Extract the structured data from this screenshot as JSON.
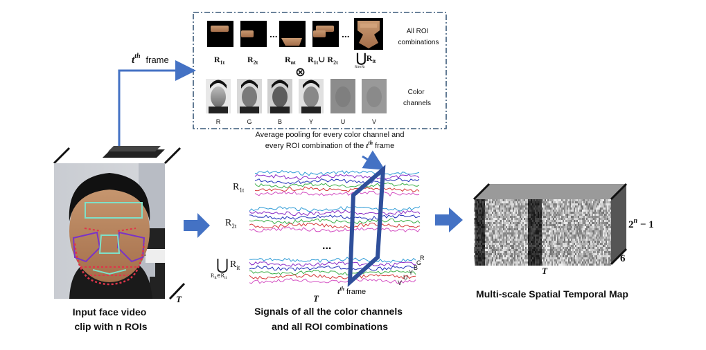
{
  "top_panel": {
    "roi_labels": [
      "R",
      "R",
      "R",
      "R",
      "R"
    ],
    "roi_subs": [
      "1t",
      "2t",
      "nt",
      "1t",
      "it"
    ],
    "roi_union_extra": "∪ R",
    "roi_union_extra_sub": "2t",
    "union_symbol": "⋃",
    "union_under": "R",
    "union_under_sub": "it",
    "union_under_in": "∈R",
    "union_under_in_sub": "t",
    "dots": "...",
    "all_roi_line1": "All ROI",
    "all_roi_line2": "combinations",
    "tensor_symbol": "⊗",
    "color_channel_letters": [
      "R",
      "G",
      "B",
      "Y",
      "U",
      "V"
    ],
    "color_line1": "Color",
    "color_line2": "channels"
  },
  "frame_label": {
    "t": "t",
    "sup": "th",
    "word": "frame"
  },
  "pooling_text": {
    "line1": "Average pooling for every color channel and",
    "line2_prefix": "every ROI combination of the ",
    "line2_t": "t",
    "line2_sup": "th",
    "line2_suffix": " frame"
  },
  "input_clip": {
    "caption_line1": "Input face video",
    "caption_line2": "clip with n ROIs",
    "t_label": "T"
  },
  "signals": {
    "r1_label": "R",
    "r1_sub": "1t",
    "r2_label": "R",
    "r2_sub": "2t",
    "dots": "...",
    "union_symbol": "⋃",
    "union_r": "R",
    "union_r_sub": "it",
    "union_under": "R",
    "union_under_sub": "it",
    "union_under_in": "∈R",
    "union_under_in_sub": "t",
    "channel_letters": [
      "V",
      "U",
      "Y",
      "B",
      "G",
      "R"
    ],
    "frame_t": "t",
    "frame_sup": "th",
    "frame_word": "frame",
    "t_axis": "T",
    "caption_line1": "Signals of all  the color channels",
    "caption_line2": "and all ROI combinations"
  },
  "map": {
    "t_axis": "T",
    "rows_base": "2",
    "rows_exp": "n",
    "rows_suffix": " − 1",
    "depth": "6",
    "caption": "Multi-scale Spatial Temporal Map"
  },
  "colors": {
    "arrow_blue": "#4472c4",
    "plane_blue": "#2f4f9a",
    "frame_dash": "#3b5a7a",
    "roi_outline": "#7ee0c8",
    "roi_purple": "#7a33c7",
    "roi_dots": "#e0344a",
    "signal_colors": [
      "#2e9bd6",
      "#8a2bc7",
      "#1f2fb8",
      "#3db04a",
      "#d4383a",
      "#d44fc2"
    ]
  }
}
